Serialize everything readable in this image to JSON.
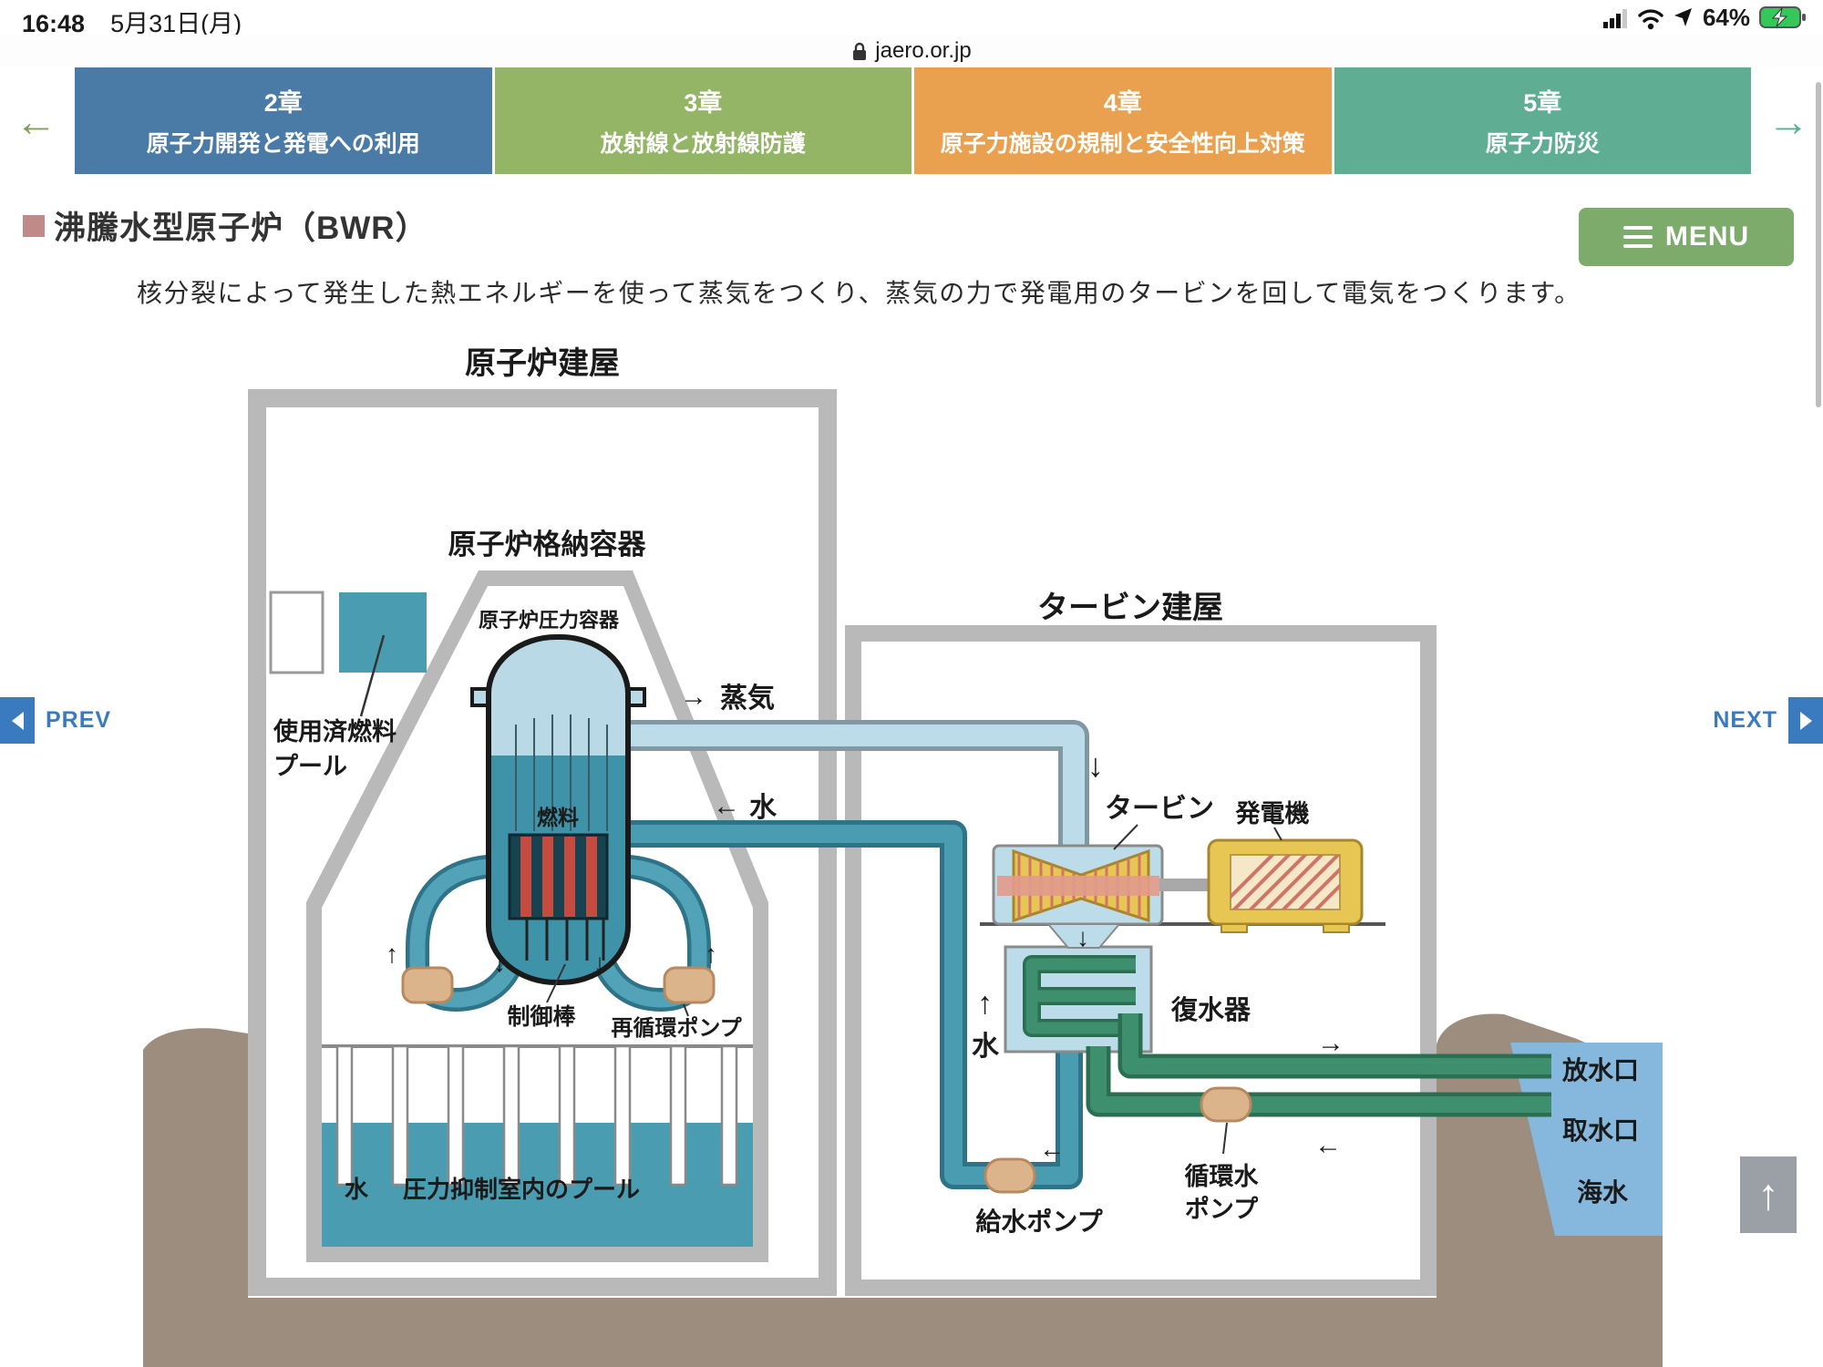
{
  "status_bar": {
    "time": "16:48",
    "date": "5月31日(月)",
    "battery_percent": "64%"
  },
  "url_bar": {
    "domain": "jaero.or.jp"
  },
  "nav": {
    "prev_arrow": "←",
    "next_arrow": "→",
    "tabs": [
      {
        "chapter": "2章",
        "label": "原子力開発と発電への利用"
      },
      {
        "chapter": "3章",
        "label": "放射線と放射線防護"
      },
      {
        "chapter": "4章",
        "label": "原子力施設の規制と安全性向上対策"
      },
      {
        "chapter": "5章",
        "label": "原子力防災"
      }
    ]
  },
  "header": {
    "title": "沸騰水型原子炉（BWR）",
    "menu": "MENU"
  },
  "intro": "核分裂によって発生した熱エネルギーを使って蒸気をつくり、蒸気の力で発電用のタービンを回して電気をつくります。",
  "pager": {
    "prev": "PREV",
    "next": "NEXT"
  },
  "diagram": {
    "reactor_building": "原子炉建屋",
    "containment_vessel": "原子炉格納容器",
    "pressure_vessel": "原子炉圧力容器",
    "spent_fuel_line1": "使用済燃料",
    "spent_fuel_line2": "プール",
    "fuel": "燃料",
    "control_rods": "制御棒",
    "recirculation_pump": "再循環ポンプ",
    "steam": "蒸気",
    "water": "水",
    "suppression_pool": "圧力抑制室内のプール",
    "turbine_building": "タービン建屋",
    "turbine": "タービン",
    "generator": "発電機",
    "condenser": "復水器",
    "feedwater_pump": "給水ポンプ",
    "circulating_pump_line1": "循環水",
    "circulating_pump_line2": "ポンプ",
    "outlet": "放水口",
    "intake": "取水口",
    "seawater": "海水"
  },
  "glyphs": {
    "up": "↑",
    "down": "↓",
    "left": "←",
    "right": "→"
  },
  "colors": {
    "tab_chapter2": "#4a7ba6",
    "tab_chapter3": "#94b566",
    "tab_chapter4": "#e9a150",
    "tab_chapter5": "#5fae94",
    "menu_button": "#7cab6b",
    "pager_link": "#3a7bbf",
    "heading_square": "#c08a8a",
    "water": "#4a9cb0",
    "steam": "#bcdcea",
    "cooling_pipe": "#3e8f6e",
    "pump": "#dcb48c",
    "turbine": "#e7c653",
    "ground": "#9d8d7e",
    "sea": "#86b7dc",
    "wall_gray": "#b9b9b9"
  }
}
